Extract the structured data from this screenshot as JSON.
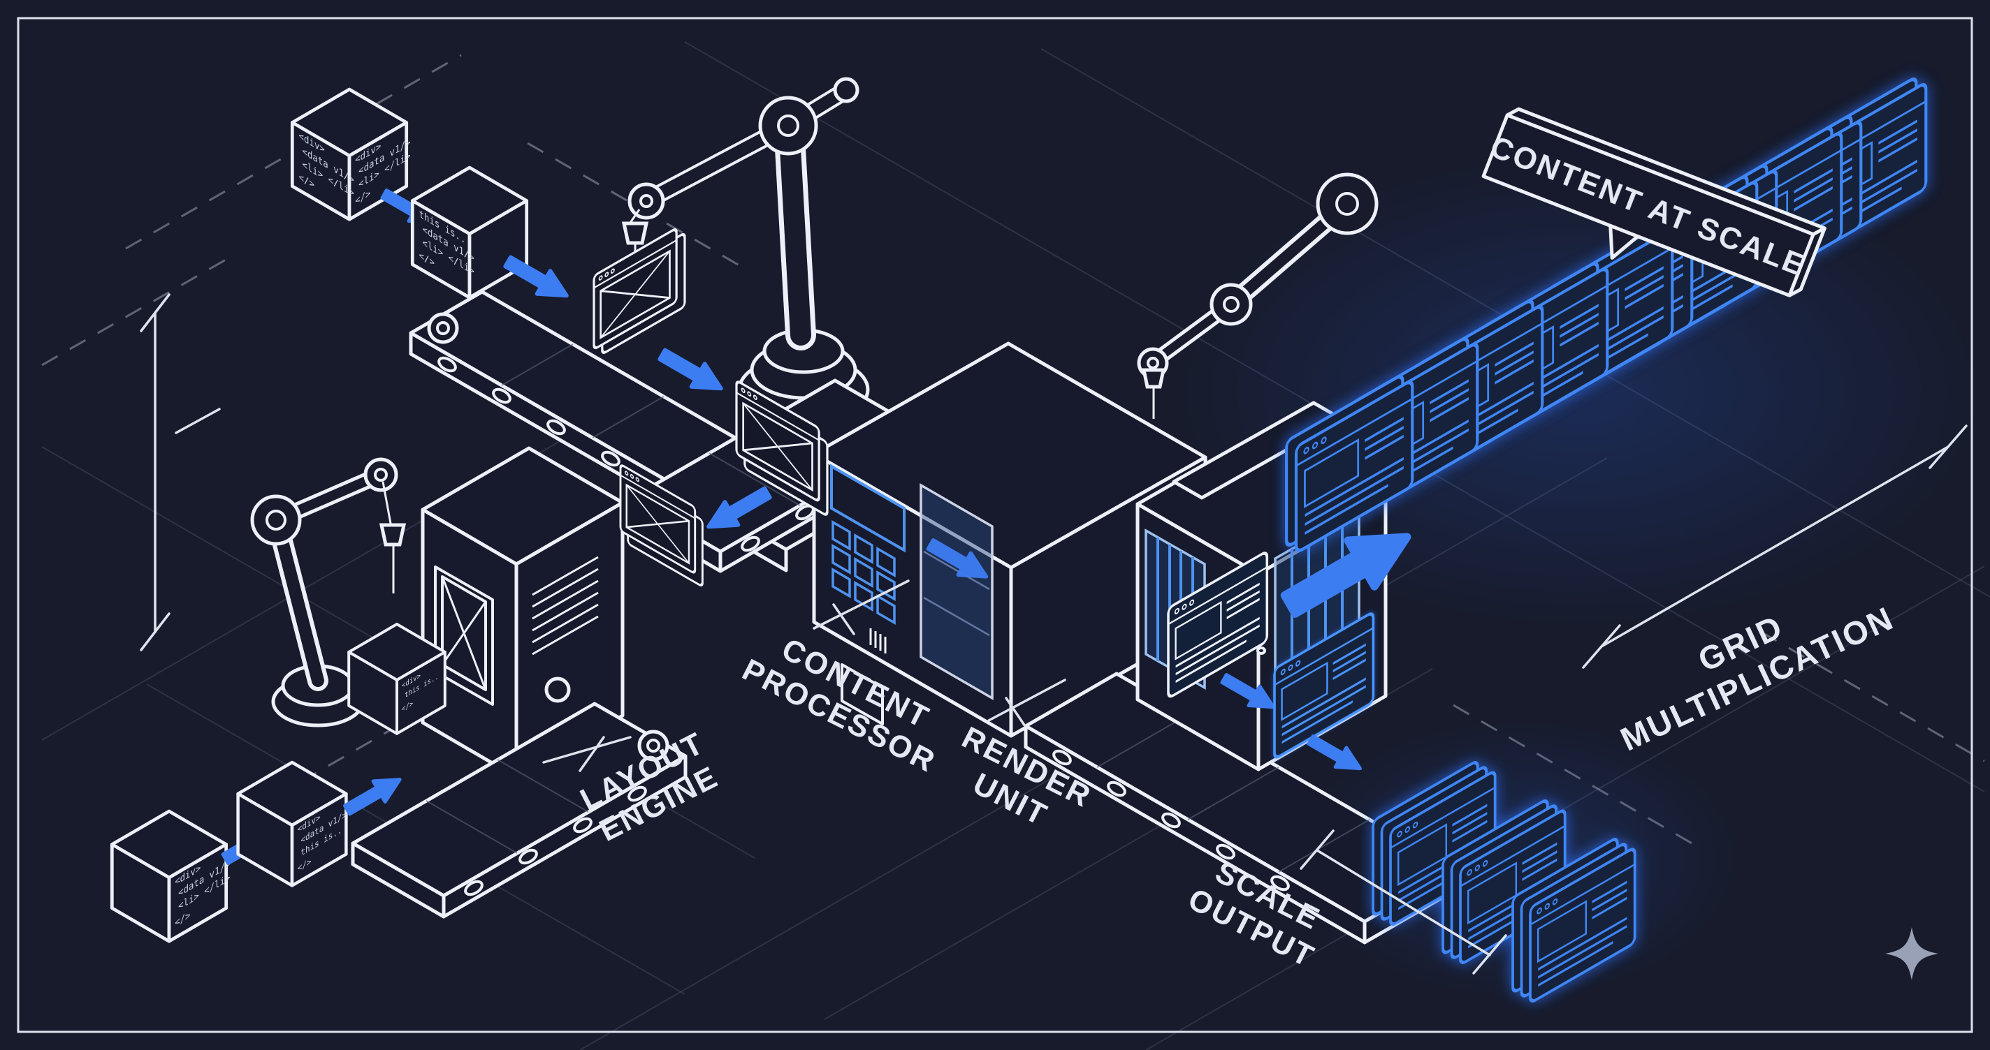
{
  "scene": {
    "background": "#171b2c",
    "frame_border": "#dde1ec",
    "line_color": "#edf0f8",
    "accent_blue": "#3d7df2",
    "browser_blue": "#3f86f4",
    "label_color": "#e4e8f2",
    "sparkle_color": "#99a1b6"
  },
  "labels": {
    "sign": "CONTENT AT SCALE",
    "content_processor_line1": "CONTENT",
    "content_processor_line2": "PROCESSOR",
    "render_unit_line1": "RENDER",
    "render_unit_line2": "UNIT",
    "layout_engine_line1": "LAYOUT",
    "layout_engine_line2": "ENGINE",
    "scale_output_line1": "SCALE",
    "scale_output_line2": "OUTPUT",
    "grid_multiplication_line1": "GRID",
    "grid_multiplication_line2": "MULTIPLICATION"
  },
  "code_lines": [
    "<div>",
    "<data v1/>",
    "<li> </li>",
    "this is..",
    "</>"
  ],
  "icons": {
    "sparkle": "four-point-star",
    "arrow": "flow-arrow",
    "browser": "browser-window",
    "cube": "code-block",
    "robot": "robot-arm"
  }
}
